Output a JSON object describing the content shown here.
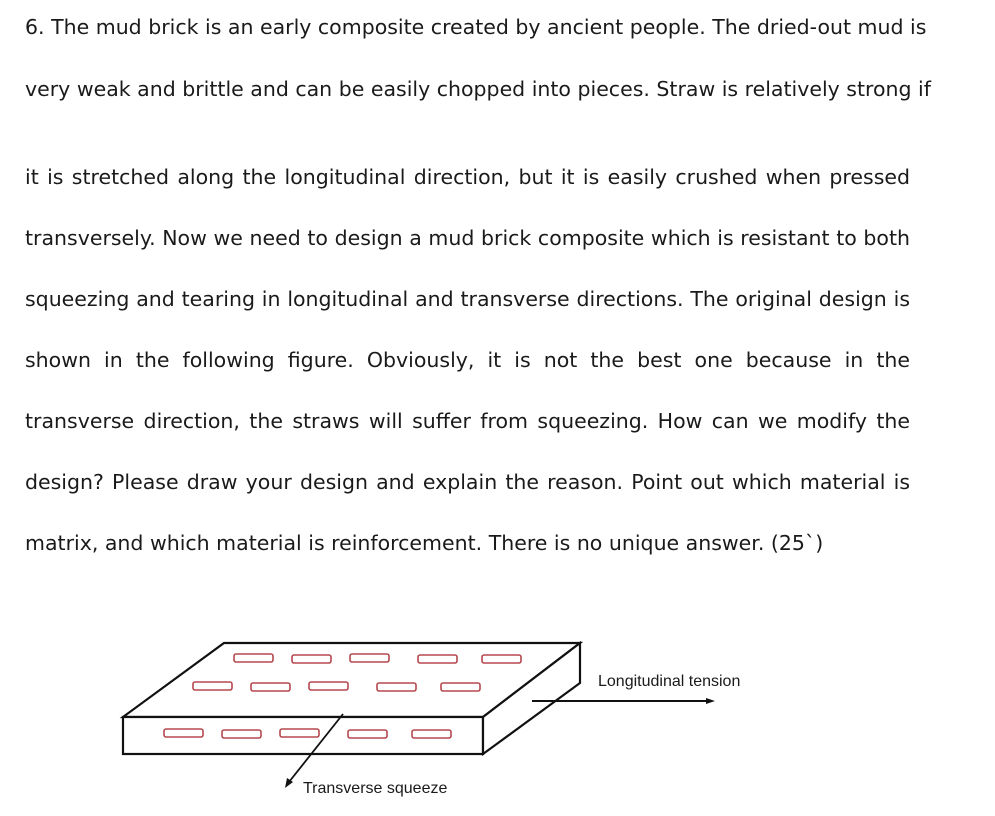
{
  "question": {
    "number": "6.",
    "lines": [
      "6. The mud brick is an early composite created by ancient people. The dried-out mud is",
      "very weak and brittle and can be easily chopped into pieces. Straw is relatively strong if",
      "it is stretched along the longitudinal direction, but it is easily crushed when pressed",
      "transversely. Now we need to design a mud brick composite which is resistant to both",
      "squeezing and tearing in longitudinal and transverse directions. The original design is",
      "shown in the following figure. Obviously, it is not the best one because in the",
      "transverse direction, the straws will suffer from squeezing. How can we modify the",
      "design? Please draw your design and explain the reason. Point out which material is",
      "matrix, and which material is reinforcement. There is no unique answer. (25`)"
    ]
  },
  "figure": {
    "labels": {
      "longitudinal": "Longitudinal tension",
      "transverse": "Transverse squeeze"
    },
    "colors": {
      "outline": "#111111",
      "straw": "#b5484e"
    }
  }
}
